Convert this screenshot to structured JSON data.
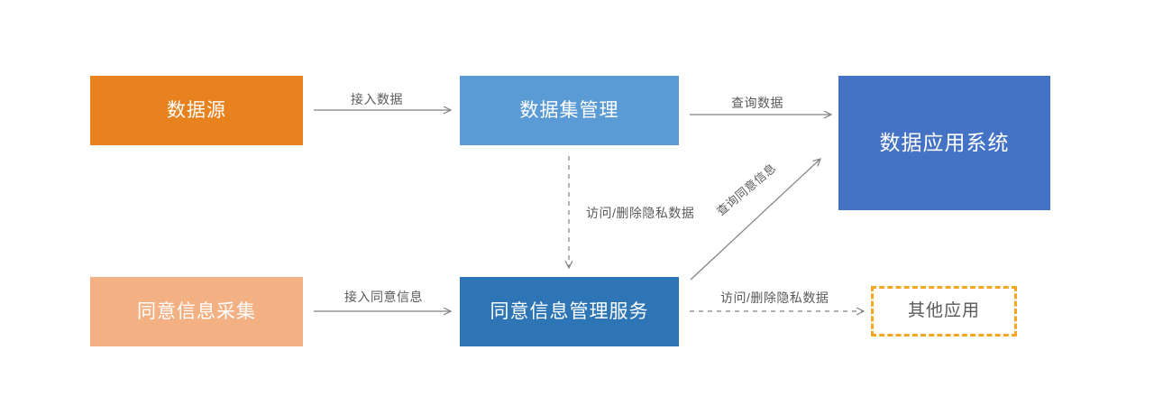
{
  "diagram": {
    "type": "flow-diagram",
    "background": "#ffffff",
    "nodes": [
      {
        "id": "data-source",
        "label": "数据源",
        "color": "#E8821F",
        "text_color": "#ffffff",
        "style": "solid"
      },
      {
        "id": "dataset-mgmt",
        "label": "数据集管理",
        "color": "#5B9BD5",
        "text_color": "#ffffff",
        "style": "solid"
      },
      {
        "id": "data-app-system",
        "label": "数据应用系统",
        "color": "#4472C4",
        "text_color": "#ffffff",
        "style": "solid"
      },
      {
        "id": "consent-collect",
        "label": "同意信息采集",
        "color": "#F3B183",
        "text_color": "#ffffff",
        "style": "solid"
      },
      {
        "id": "consent-service",
        "label": "同意信息管理服务",
        "color": "#2E75B6",
        "text_color": "#ffffff",
        "style": "solid"
      },
      {
        "id": "other-apps",
        "label": "其他应用",
        "color": "#ffffff",
        "text_color": "#595959",
        "style": "dashed",
        "border_color": "#F5A623"
      }
    ],
    "edges": [
      {
        "id": "ingest-data",
        "label": "接入数据",
        "from": "data-source",
        "to": "dataset-mgmt",
        "style": "solid"
      },
      {
        "id": "query-data",
        "label": "查询数据",
        "from": "dataset-mgmt",
        "to": "data-app-system",
        "style": "solid"
      },
      {
        "id": "privacy-top",
        "label": "访问/删除隐私数据",
        "from": "dataset-mgmt",
        "to": "consent-service",
        "style": "dashed"
      },
      {
        "id": "ingest-consent",
        "label": "接入同意信息",
        "from": "consent-collect",
        "to": "consent-service",
        "style": "solid"
      },
      {
        "id": "query-consent",
        "label": "查询同意信息",
        "from": "consent-service",
        "to": "data-app-system",
        "style": "solid"
      },
      {
        "id": "privacy-bottom",
        "label": "访问/删除隐私数据",
        "from": "consent-service",
        "to": "other-apps",
        "style": "dashed"
      }
    ],
    "edge_color": "#808080"
  }
}
